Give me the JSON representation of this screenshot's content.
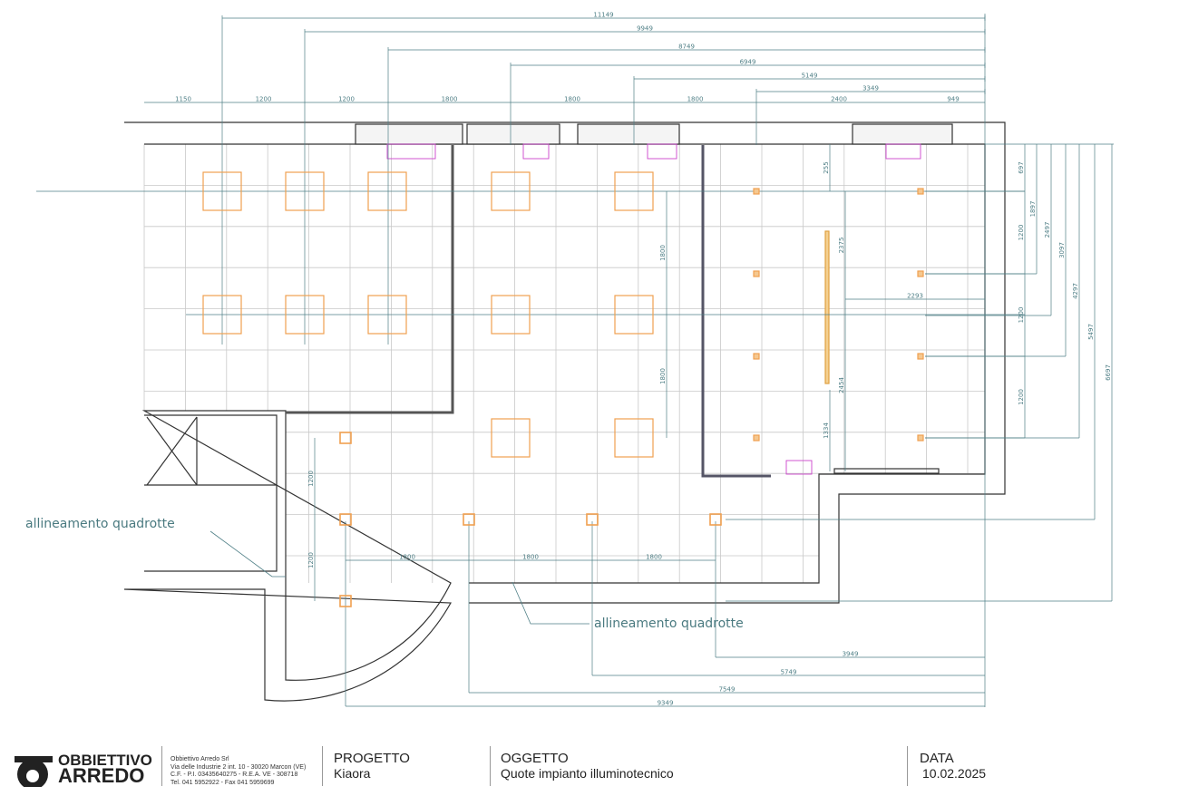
{
  "drawing": {
    "top_dims": [
      "11149",
      "9949",
      "8749",
      "6949",
      "5149",
      "3349"
    ],
    "top_chain": [
      "1150",
      "1200",
      "1200",
      "1800",
      "1800",
      "1800",
      "2400",
      "949"
    ],
    "right_chain": [
      "697",
      "1200",
      "1200",
      "1200"
    ],
    "right_dims": [
      "1897",
      "2497",
      "3097",
      "4297",
      "5497",
      "6697"
    ],
    "bottom_dims": [
      "3949",
      "5749",
      "7549",
      "9349"
    ],
    "bottom_chain": [
      "1800",
      "1800",
      "1800"
    ],
    "left_chain": [
      "1200",
      "1200"
    ],
    "inner_dims": [
      "1800",
      "1800",
      "255",
      "2375",
      "2293",
      "2454",
      "1334"
    ],
    "notes": [
      "allineamento quadrotte",
      "allineamento quadrotte"
    ],
    "colors": {
      "dimension": "#4f7f86",
      "fixture": "#f0a050",
      "wall": "#333333",
      "accent": "#cc44cc"
    }
  },
  "title_block": {
    "logo": {
      "line1": "OBBIETTIVO",
      "line2": "ARREDO"
    },
    "company": [
      "Obbiettivo Arredo Srl",
      "Via delle Industrie 2 int. 10 - 30020 Marcon (VE)",
      "C.F. - P.I. 03435640275 - R.E.A. VE - 308718",
      "Tel. 041 5952922 - Fax 041 5959699"
    ],
    "project_label": "PROGETTO",
    "project_value": "Kiaora",
    "subject_label": "OGGETTO",
    "subject_value": "Quote impianto illuminotecnico",
    "date_label": "DATA",
    "date_value": "10.02.2025"
  }
}
